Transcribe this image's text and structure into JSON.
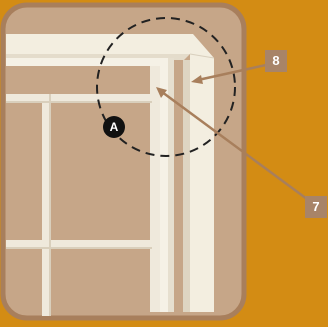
{
  "callouts": [
    {
      "label": "8"
    },
    {
      "label": "7"
    }
  ],
  "detail_marker": {
    "label": "A"
  },
  "colors": {
    "page_background": "#d38c14",
    "panel_fill": "#c6a688",
    "panel_border": "#a87f5c",
    "frame_trim": "#f3eee0",
    "callout_box": "#a88468",
    "leader_line": "#a87f5c",
    "detail_circle": "#222222"
  }
}
